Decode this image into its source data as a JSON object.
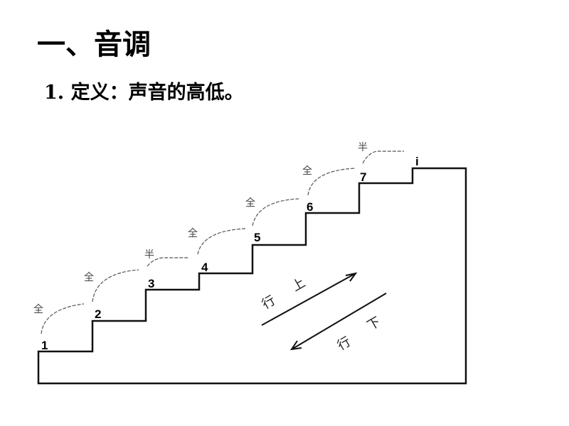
{
  "slide": {
    "title": "一、音调",
    "definition": "1. 定义：声音的高低。"
  },
  "diagram": {
    "notes": [
      "1",
      "2",
      "3",
      "4",
      "5",
      "6",
      "7",
      "i"
    ],
    "intervals": [
      "全",
      "全",
      "半",
      "全",
      "全",
      "全",
      "半"
    ],
    "up_label": [
      "行",
      "上"
    ],
    "down_label": [
      "下",
      "行"
    ]
  }
}
